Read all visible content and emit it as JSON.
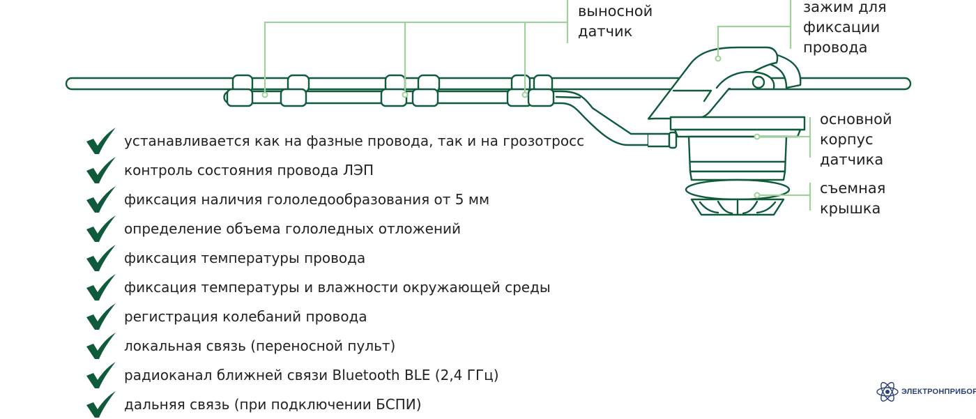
{
  "callouts": {
    "remote_sensor": "выносной\nдатчик",
    "wire_clamp": "зажим для\nфиксации\nпровода",
    "main_body": "основной\nкорпус\nдатчика",
    "removable_cover": "съемная\nкрышка"
  },
  "features": [
    "устанавливается как на фазные провода, так и на грозотросс",
    "контроль состояния провода ЛЭП",
    "фиксация наличия гололедообразования от 5 мм",
    "определение объема гололедных отложений",
    "фиксация температуры провода",
    "фиксация температуры и влажности окружающей среды",
    "регистрация колебаний провода",
    "локальная связь (переносной пульт)",
    "радиоканал ближней связи Bluetooth BLE (2,4 ГГц)",
    "дальняя связь (при подключении БСПИ)"
  ],
  "brand": {
    "name": "ЭЛЕКТРОНПРИБОР"
  },
  "colors": {
    "outline": "#0e5a3a",
    "leader": "#9fd19a",
    "check": "#0e5a3a",
    "brand": "#2c3f73"
  },
  "icons": {
    "check": "check-icon",
    "brand": "atom-logo-icon"
  }
}
